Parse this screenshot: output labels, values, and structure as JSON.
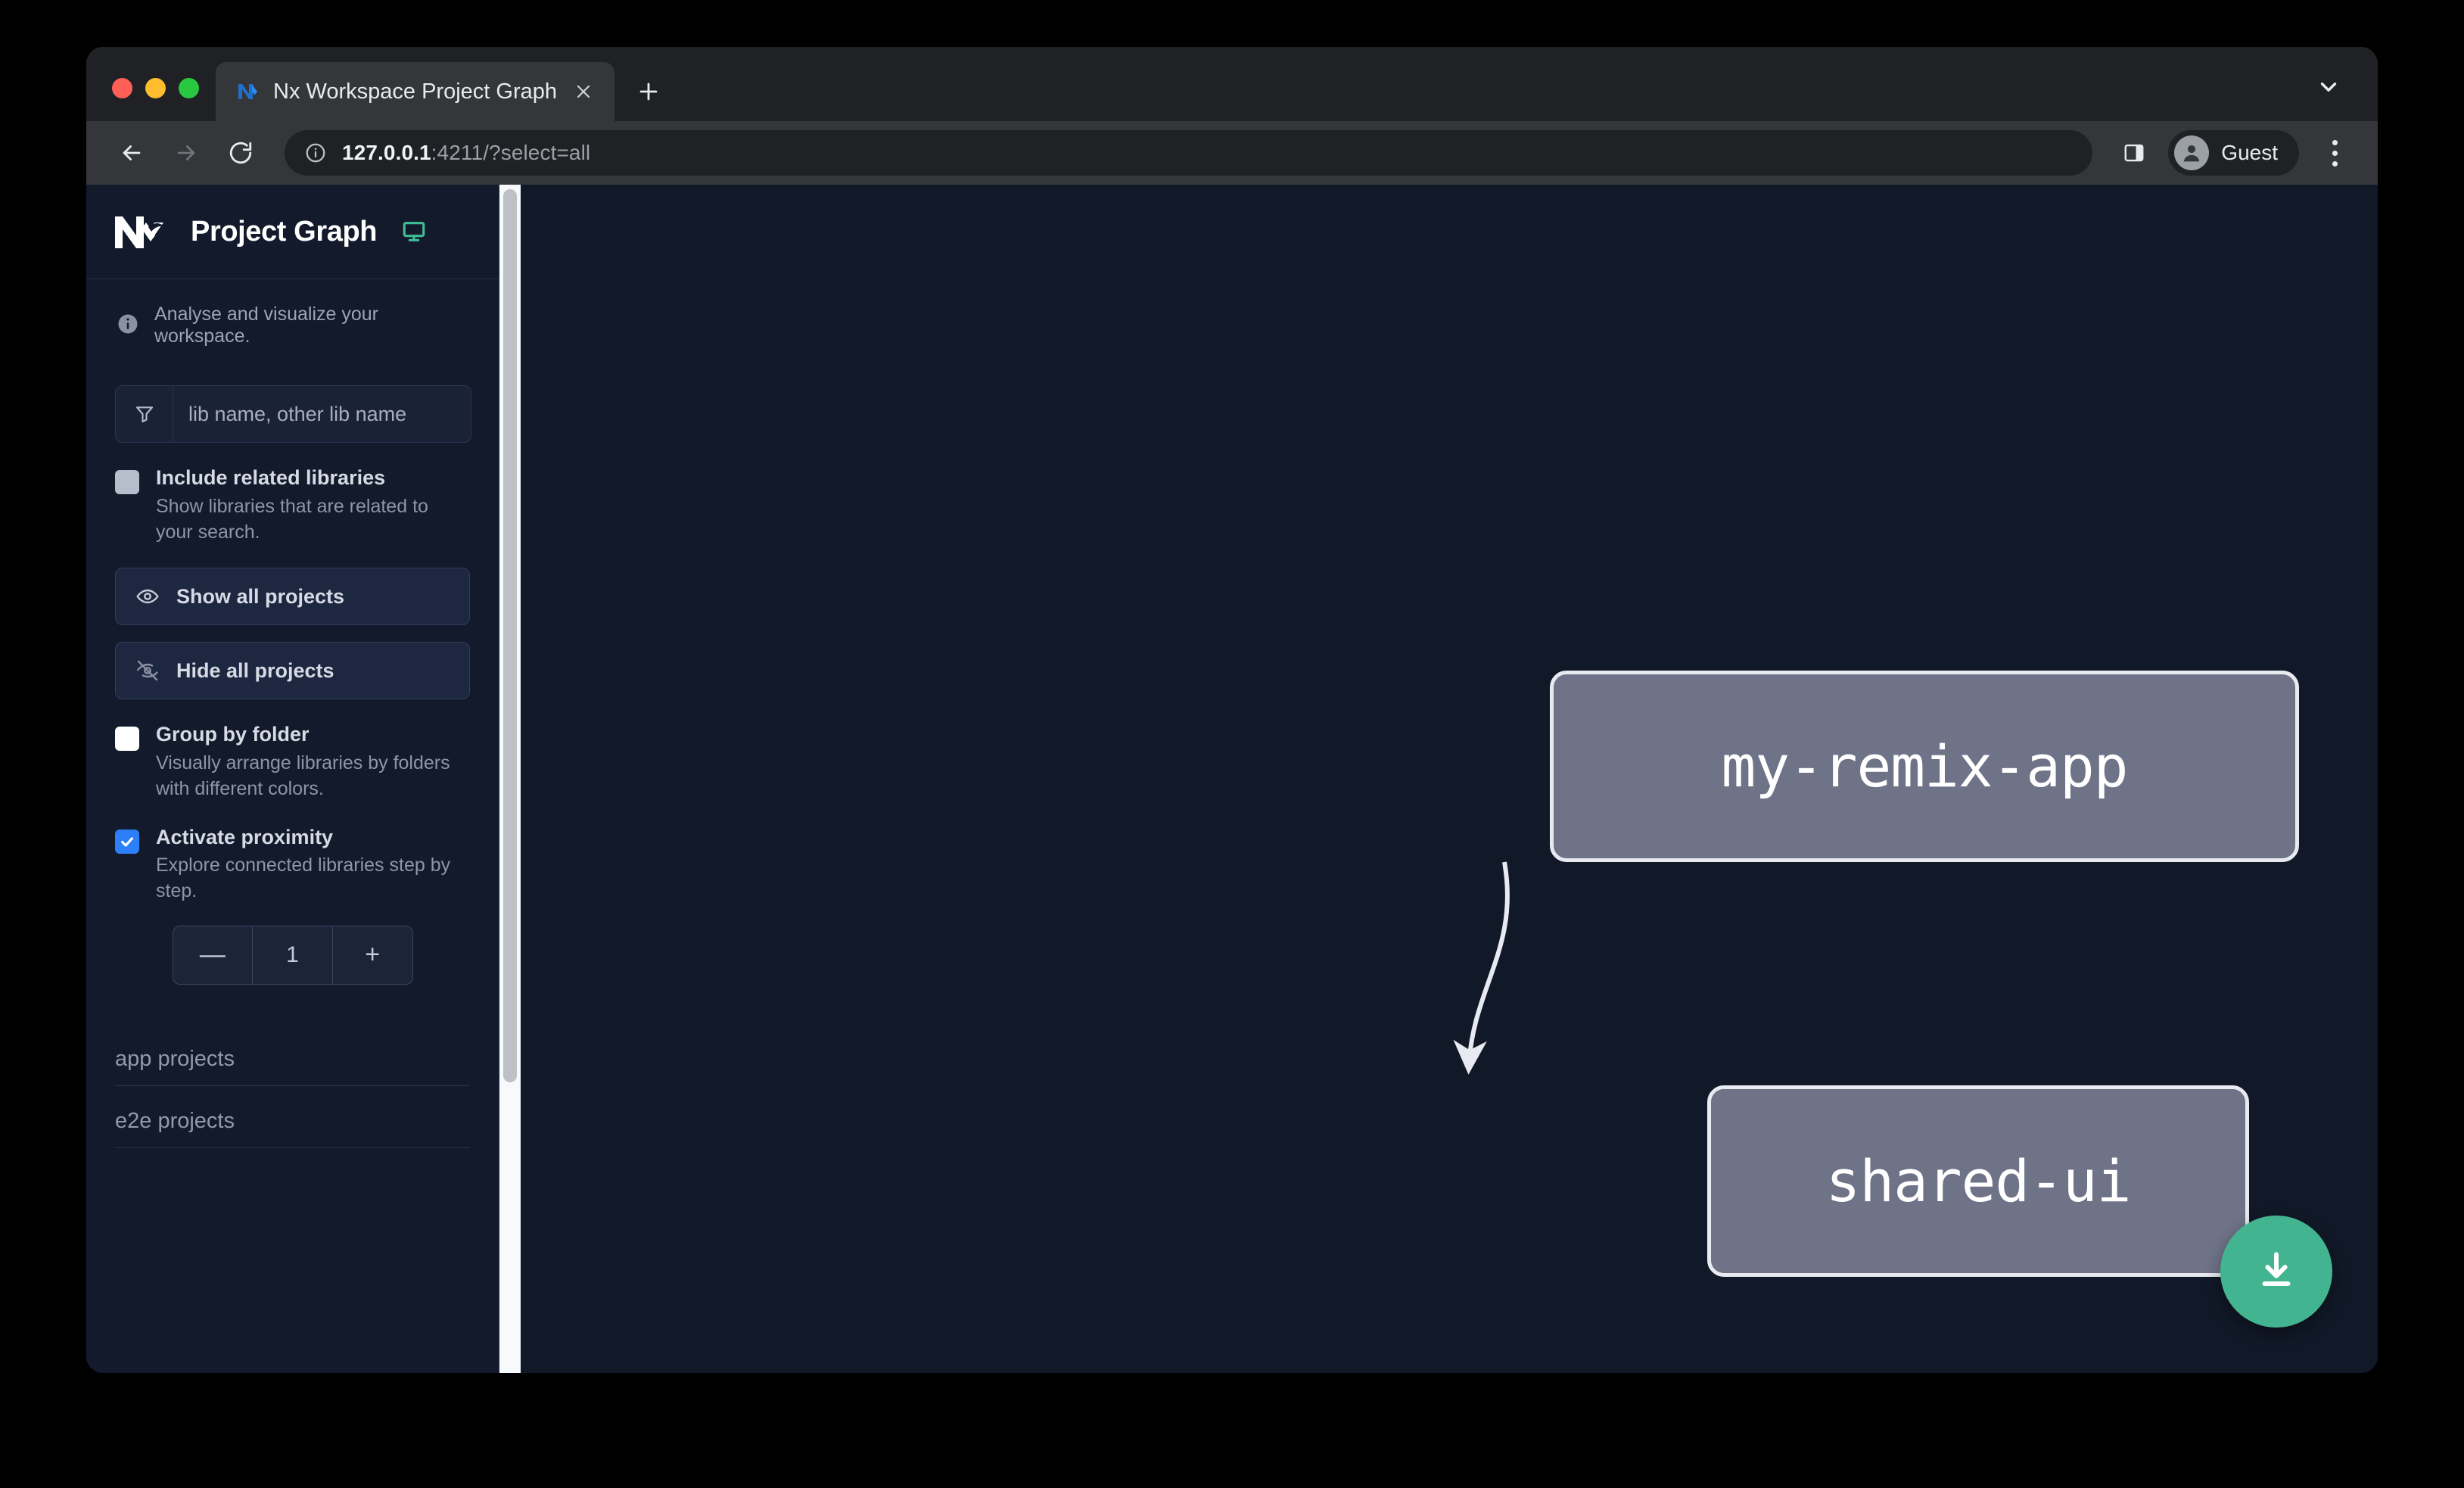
{
  "browser": {
    "tab": {
      "title": "Nx Workspace Project Graph",
      "favicon_icon": "nx-favicon-icon",
      "close_icon": "close-icon"
    },
    "new_tab_label": "+",
    "tab_list_icon": "chevron-down-icon",
    "toolbar": {
      "back_icon": "arrow-left-icon",
      "forward_icon": "arrow-right-icon",
      "reload_icon": "reload-icon",
      "site_info_icon": "info-circle-icon",
      "url_host": "127.0.0.1",
      "url_path": ":4211/?select=all",
      "side_panel_icon": "side-panel-icon",
      "profile_icon": "account-circle-icon",
      "profile_name": "Guest",
      "menu_icon": "kebab-menu-icon"
    },
    "traffic_lights": [
      "close",
      "minimize",
      "zoom"
    ]
  },
  "sidebar": {
    "logo_icon": "nx-logo-icon",
    "title": "Project Graph",
    "monitor_icon": "monitor-icon",
    "info_icon": "info-icon",
    "blurb": "Analyse and visualize your workspace.",
    "filter": {
      "icon": "funnel-filter-icon",
      "placeholder": "lib name, other lib name",
      "value": ""
    },
    "options": [
      {
        "name": "include-related-libraries",
        "label": "Include related libraries",
        "description": "Show libraries that are related to your search.",
        "checked": false,
        "state": "muted"
      },
      {
        "name": "group-by-folder",
        "label": "Group by folder",
        "description": "Visually arrange libraries by folders with different colors.",
        "checked": false,
        "state": "empty"
      },
      {
        "name": "activate-proximity",
        "label": "Activate proximity",
        "description": "Explore connected libraries step by step.",
        "checked": true,
        "state": "checked"
      }
    ],
    "buttons": [
      {
        "name": "show-all-projects",
        "label": "Show all projects",
        "icon": "eye-icon"
      },
      {
        "name": "hide-all-projects",
        "label": "Hide all projects",
        "icon": "eye-off-icon"
      }
    ],
    "stepper": {
      "decrement_label": "—",
      "value": "1",
      "increment_label": "+"
    },
    "sections": [
      {
        "name": "app-projects",
        "label": "app projects"
      },
      {
        "name": "e2e-projects",
        "label": "e2e projects"
      }
    ]
  },
  "graph": {
    "nodes": [
      {
        "id": "my-remix-app",
        "label": "my-remix-app",
        "type": "app"
      },
      {
        "id": "shared-ui",
        "label": "shared-ui",
        "type": "lib"
      }
    ],
    "edges": [
      {
        "from": "my-remix-app",
        "to": "shared-ui"
      }
    ],
    "download_button": {
      "name": "download-graph-button",
      "icon": "download-icon",
      "color": "#43b490"
    },
    "colors": {
      "background": "#111827",
      "node_fill": "#6f7388",
      "node_border": "#e8eaf2",
      "edge": "#e8eaf2"
    }
  },
  "colors": {
    "accent_green": "#43b490",
    "accent_blue": "#2d7ff9",
    "sidebar_bg": "#131a2b",
    "graph_bg": "#111827",
    "browser_chrome": "#35363a"
  }
}
